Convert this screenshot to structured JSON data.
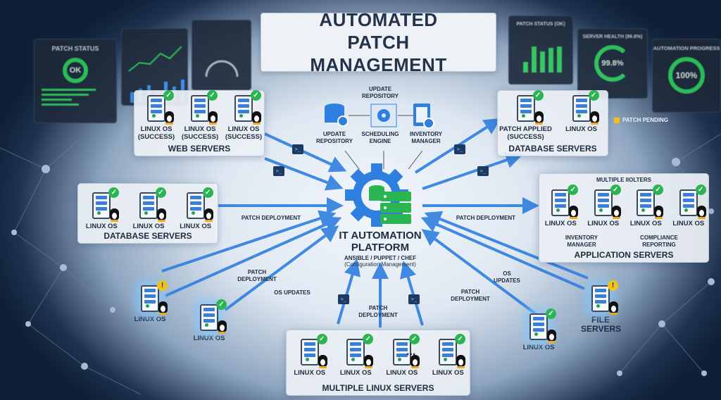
{
  "title": "AUTOMATED PATCH MANAGEMENT",
  "dashboards_left": {
    "patch_status": {
      "title": "PATCH STATUS",
      "value": "OK"
    }
  },
  "dashboards_right": {
    "patch_status": {
      "title": "PATCH STATUS (OK)"
    },
    "server_health": {
      "title": "SERVER HEALTH (99.8%)",
      "value": "99.8%",
      "percent": 99.8
    },
    "automation_progress": {
      "title": "AUTOMATION PROGRESS",
      "value": "100%",
      "percent": 100
    }
  },
  "legend": {
    "patch_pending": "PATCH PENDING",
    "pending_color": "#f2c21b"
  },
  "center": {
    "top_label": "UPDATE REPOSITORY",
    "components": [
      "UPDATE REPOSITORY",
      "SCHEDULING ENGINE",
      "INVENTORY MANAGER"
    ],
    "platform_title": "IT AUTOMATION PLATFORM",
    "platform_tools": "ANSIBLE / PUPPET / CHEF",
    "platform_subtitle": "(Configuration Management)"
  },
  "groups": {
    "web": {
      "label": "WEB SERVERS",
      "servers": [
        {
          "label": "LINUX OS (SUCCESS)",
          "status": "ok"
        },
        {
          "label": "LINUX OS (SUCCESS)",
          "status": "ok"
        },
        {
          "label": "LINUX OS (SUCCESS)",
          "status": "ok"
        }
      ]
    },
    "db_left": {
      "label": "DATABASE SERVERS",
      "servers": [
        {
          "label": "LINUX OS",
          "status": "ok"
        },
        {
          "label": "LINUX OS",
          "status": "ok"
        },
        {
          "label": "LINUX OS",
          "status": "ok"
        }
      ]
    },
    "db_right": {
      "label": "DATABASE SERVERS",
      "servers": [
        {
          "label": "PATCH APPLIED (SUCCESS)",
          "status": "ok"
        },
        {
          "label": "LINUX OS",
          "status": "ok"
        }
      ]
    },
    "app": {
      "label": "APPLICATION SERVERS",
      "header": "MULTIPLE IIOLTERS",
      "servers": [
        {
          "label": "LINUX OS",
          "status": "ok"
        },
        {
          "label": "LINUX OS",
          "status": "ok"
        },
        {
          "label": "LINUX OS",
          "status": "ok"
        },
        {
          "label": "LINUX OS",
          "status": "ok"
        }
      ],
      "notes": [
        "INVENTORY MANAGER",
        "COMPLIANCE REPORTING"
      ]
    },
    "multi": {
      "label": "MULTIPLE LINUX SERVERS",
      "ellipsis": "...",
      "servers": [
        {
          "label": "LINUX OS",
          "status": "ok"
        },
        {
          "label": "LINUX OS",
          "status": "ok"
        },
        {
          "label": "LINUX OS",
          "status": "ok"
        },
        {
          "label": "LINUX OS",
          "status": "ok"
        }
      ]
    }
  },
  "standalone": [
    {
      "label": "LINUX OS",
      "status": "warn"
    },
    {
      "label": "LINUX OS",
      "status": "ok"
    },
    {
      "label": "LINUX OS",
      "status": "ok"
    },
    {
      "label": "FILE SERVERS",
      "status": "warn"
    }
  ],
  "flow_labels": [
    "PATCH DEPLOYMENT",
    "PATCH DEPLOYMENT",
    "PATCH DEPLOYMENT",
    "OS UPDATES",
    "PATCH DEPLOYMENT",
    "OS UPDATES",
    "PATCH DEPLOYMENT"
  ],
  "colors": {
    "accent": "#2f7fe0",
    "success": "#2bb552",
    "warning": "#f2c21b",
    "navy": "#0f1f36"
  }
}
